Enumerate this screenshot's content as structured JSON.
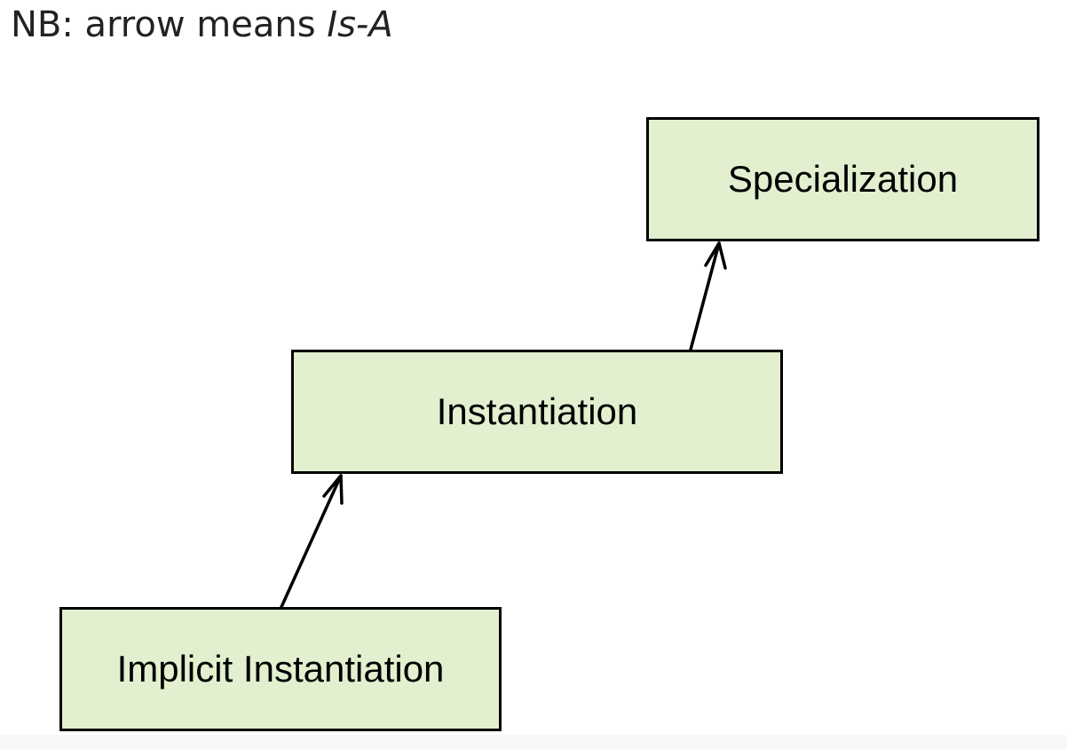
{
  "note": {
    "prefix": "NB: arrow means ",
    "emphasis": "Is-A"
  },
  "colors": {
    "node_fill": "#e2f0cf",
    "node_border": "#000000",
    "arrow": "#000000"
  },
  "nodes": {
    "specialization": {
      "label": "Specialization"
    },
    "instantiation": {
      "label": "Instantiation"
    },
    "implicit_instantiation": {
      "label": "Implicit Instantiation"
    }
  },
  "edges": [
    {
      "from": "implicit_instantiation",
      "to": "instantiation",
      "relation": "Is-A"
    },
    {
      "from": "instantiation",
      "to": "specialization",
      "relation": "Is-A"
    }
  ]
}
